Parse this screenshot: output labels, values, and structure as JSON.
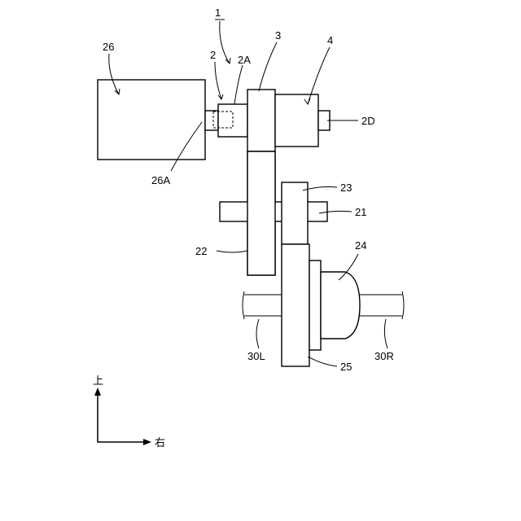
{
  "labels": {
    "assembly": "1",
    "l2": "2",
    "l2A": "2A",
    "l3": "3",
    "l4": "4",
    "l26": "26",
    "l2D": "2D",
    "l26A": "26A",
    "l23": "23",
    "l21": "21",
    "l22": "22",
    "l24": "24",
    "l30L": "30L",
    "l30R": "30R",
    "l25": "25"
  },
  "directions": {
    "up": "上",
    "right": "右"
  }
}
